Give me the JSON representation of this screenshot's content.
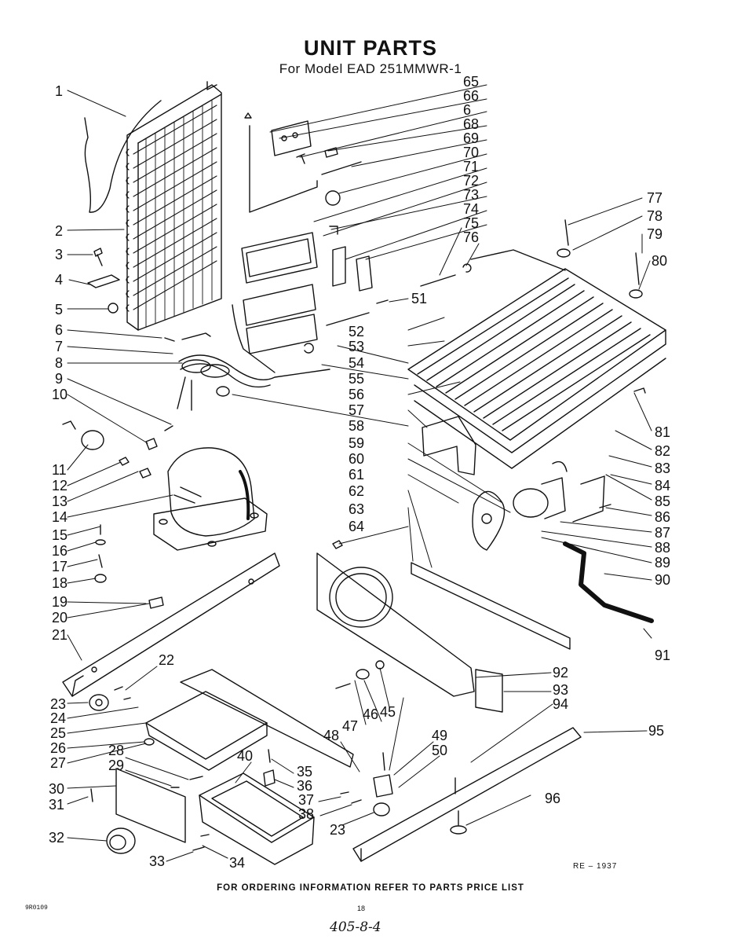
{
  "header": {
    "title": "UNIT PARTS",
    "subtitle": "For Model EAD 251MMWR-1"
  },
  "footer": {
    "instruction": "FOR ORDERING INFORMATION REFER TO PARTS PRICE LIST",
    "form_code": "9R0109",
    "page_number": "18",
    "reference": "RE – 1937",
    "handwritten_note": "405-8-4"
  },
  "callouts": [
    "1",
    "2",
    "3",
    "4",
    "5",
    "6",
    "7",
    "8",
    "9",
    "10",
    "11",
    "12",
    "13",
    "14",
    "15",
    "16",
    "17",
    "18",
    "19",
    "20",
    "21",
    "22",
    "23",
    "24",
    "25",
    "26",
    "27",
    "28",
    "29",
    "30",
    "31",
    "32",
    "33",
    "34",
    "35",
    "36",
    "37",
    "38",
    "40",
    "45",
    "46",
    "47",
    "48",
    "49",
    "50",
    "51",
    "52",
    "53",
    "54",
    "55",
    "56",
    "57",
    "58",
    "59",
    "60",
    "61",
    "62",
    "63",
    "64",
    "65",
    "66",
    "6",
    "68",
    "69",
    "70",
    "71",
    "72",
    "73",
    "74",
    "75",
    "76",
    "77",
    "78",
    "79",
    "80",
    "81",
    "82",
    "83",
    "84",
    "85",
    "86",
    "87",
    "88",
    "89",
    "90",
    "91",
    "92",
    "93",
    "94",
    "95",
    "96",
    "23"
  ]
}
